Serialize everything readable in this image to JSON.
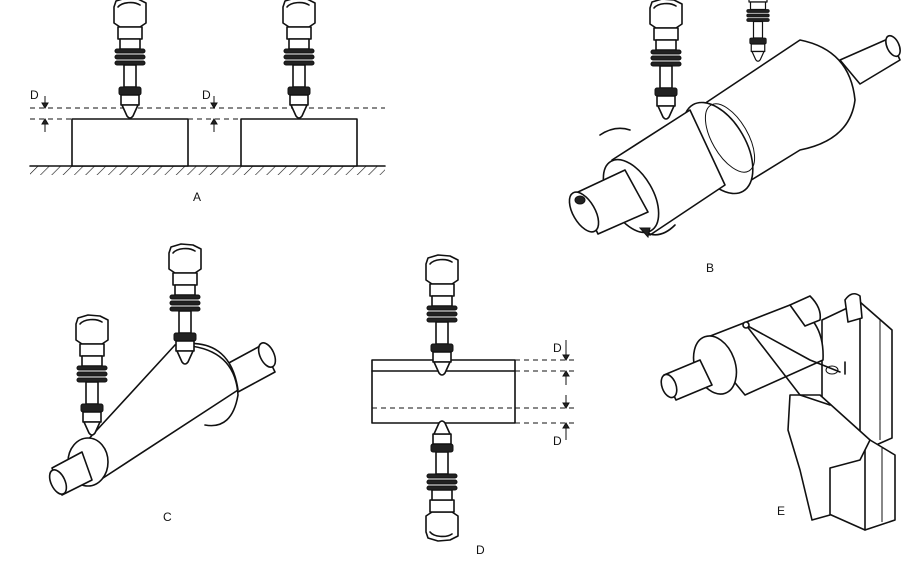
{
  "labels": {
    "panel_a": "A",
    "panel_b": "B",
    "panel_c": "C",
    "panel_d": "D",
    "panel_e": "E",
    "dim_a_left": "D",
    "dim_a_mid": "D",
    "dim_d_top": "D",
    "dim_d_bottom": "D"
  },
  "colors": {
    "ink": "#111111",
    "paper": "#ffffff"
  }
}
